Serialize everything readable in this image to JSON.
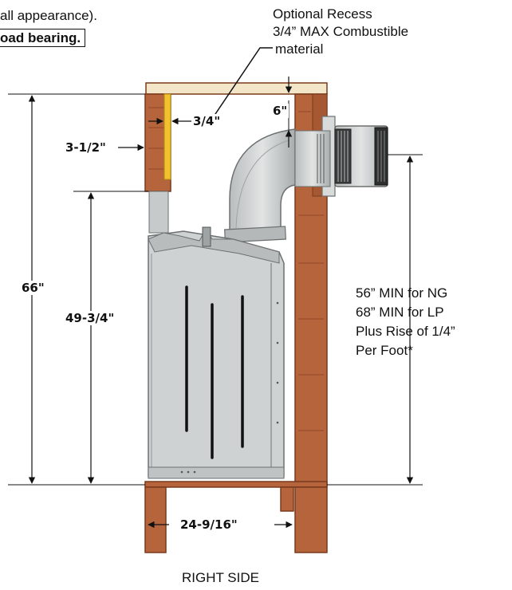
{
  "notes": {
    "top_left_line": "all appearance).",
    "load_bearing": "oad bearing.",
    "recess_line1": "Optional Recess",
    "recess_line2": "3/4” MAX Combustible",
    "recess_line3": "material",
    "vent_line1": "56” MIN for NG",
    "vent_line2": "68” MIN for LP",
    "vent_line3": "Plus Rise of 1/4”",
    "vent_line4": "Per Foot*",
    "view_label": "RIGHT SIDE"
  },
  "dimensions": {
    "recess_depth": "3/4\"",
    "stud_width": "3-1/2\"",
    "top_clearance": "6\"",
    "overall_height": "66\"",
    "opening_height": "49-3/4\"",
    "framing_depth": "24-9/16\""
  },
  "colors": {
    "wood": "#b5643c",
    "wood_dark": "#7a3a1c",
    "metal": "#cfd2d2",
    "metal_dark": "#8e9494",
    "recess": "#f2c12e",
    "header": "#f3e6c8"
  }
}
